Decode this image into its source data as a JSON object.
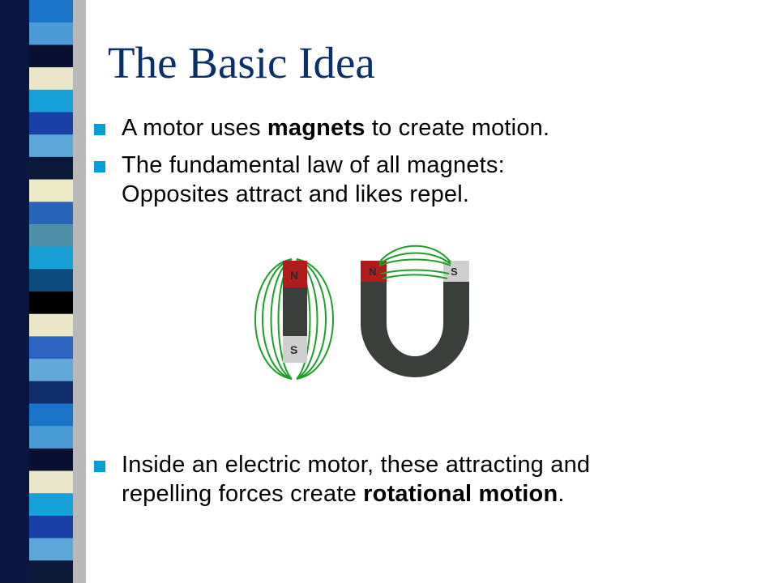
{
  "slide": {
    "title": "The Basic Idea",
    "bullets": [
      {
        "pre": "A motor uses ",
        "bold": "magnets",
        "post": " to create motion."
      },
      {
        "line1": "The fundamental law of all magnets:",
        "line2": "Opposites attract and likes repel."
      },
      {
        "line1": "Inside an electric motor, these attracting and",
        "pre2": "repelling forces create ",
        "bold": "rotational motion",
        "post": "."
      }
    ]
  },
  "figure": {
    "bar_magnet": {
      "north_label": "N",
      "south_label": "S"
    },
    "horseshoe_magnet": {
      "north_label": "N",
      "south_label": "S"
    }
  },
  "colors": {
    "title": "#0b2f6b",
    "bullet_marker": "#00a0d6",
    "north_pole": "#b01c1c",
    "south_pole": "#cfcfcf",
    "magnet_body": "#3b3f3c",
    "field_lines": "#1f9e2a"
  },
  "decoration": {
    "stripe_colors": [
      "#1a75c9",
      "#4a9bd6",
      "#0a1030",
      "#e9e6c9",
      "#17a1d9",
      "#1a3fa6",
      "#5aa7d8",
      "#0c1a3a",
      "#edeac8",
      "#2a66b8",
      "#4f8fa8",
      "#16a0d6",
      "#0d4a7d",
      "#000000",
      "#eae7c8",
      "#2f63c2",
      "#62a9da",
      "#102c6b"
    ]
  }
}
